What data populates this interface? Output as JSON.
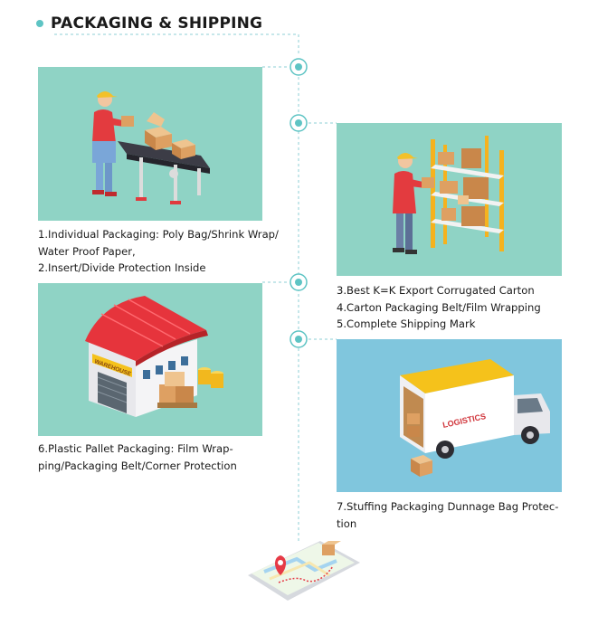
{
  "header": {
    "title": "PACKAGING & SHIPPING"
  },
  "steps": {
    "step1": {
      "lines": [
        "1.Individual Packaging: Poly Bag/Shrink Wrap/",
        "Water Proof Paper,",
        "2.Insert/Divide Protection Inside"
      ],
      "illustration": "conveyor-worker"
    },
    "step3": {
      "lines": [
        "3.Best K=K Export Corrugated Carton",
        "4.Carton Packaging Belt/Film Wrapping",
        "5.Complete Shipping Mark"
      ],
      "illustration": "warehouse-shelves"
    },
    "step6": {
      "lines": [
        "6.Plastic Pallet Packaging: Film Wrap-",
        "ping/Packaging Belt/Corner Protection"
      ],
      "illustration": "warehouse-building",
      "building_sign": "WAREHOUSE"
    },
    "step7": {
      "lines": [
        "7.Stuffing Packaging Dunnage Bag Protec-",
        "tion"
      ],
      "illustration": "delivery-truck",
      "truck_label": "LOGISTICS"
    }
  },
  "colors": {
    "teal_panel": "#8fd3c5",
    "blue_panel": "#80c6dd",
    "accent": "#5ec4c4",
    "roof_red": "#e6343c",
    "truck_yellow": "#f5c21b",
    "box_brown": "#d8a066"
  }
}
